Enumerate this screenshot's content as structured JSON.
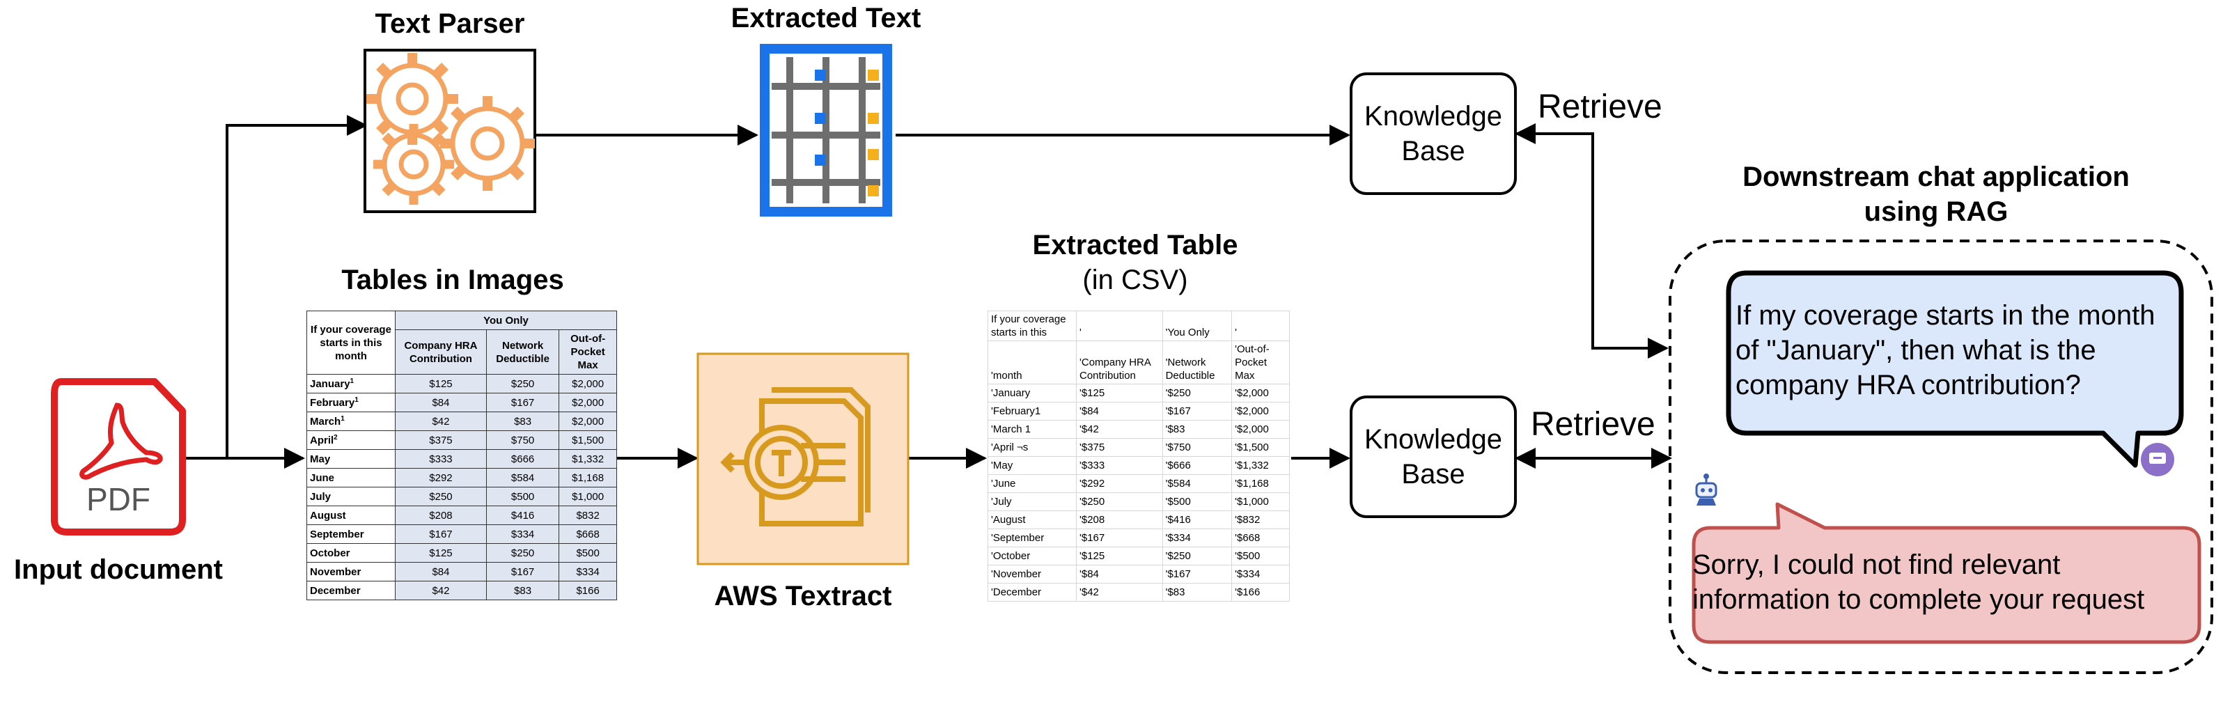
{
  "labels": {
    "text_parser": "Text Parser",
    "extracted_text": "Extracted Text",
    "tables_in_images": "Tables in Images",
    "extracted_table": "Extracted Table",
    "extracted_table_sub": "(in CSV)",
    "input_document": "Input document",
    "aws_textract": "AWS Textract",
    "pdf_icon_text": "PDF",
    "downstream_line1": "Downstream chat application",
    "downstream_line2": "using RAG"
  },
  "knowledge_base": {
    "line1": "Knowledge",
    "line2": "Base"
  },
  "retrieve": "Retrieve",
  "chat": {
    "question_lines": [
      "If my coverage starts in the month",
      "of \"January\", then what is the",
      "company HRA contribution?"
    ],
    "answer_lines": [
      "Sorry, I could not find relevant",
      "information to complete your request"
    ]
  },
  "table_image": {
    "header_corner": "If your coverage starts in this month",
    "header_group": "You Only",
    "columns": [
      "Company HRA Contribution",
      "Network Deductible",
      "Out-of-Pocket Max"
    ],
    "rows": [
      {
        "month": "January",
        "sup": "1",
        "values": [
          "$125",
          "$250",
          "$2,000"
        ]
      },
      {
        "month": "February",
        "sup": "1",
        "values": [
          "$84",
          "$167",
          "$2,000"
        ]
      },
      {
        "month": "March",
        "sup": "1",
        "values": [
          "$42",
          "$83",
          "$2,000"
        ]
      },
      {
        "month": "April",
        "sup": "2",
        "values": [
          "$375",
          "$750",
          "$1,500"
        ]
      },
      {
        "month": "May",
        "sup": "",
        "values": [
          "$333",
          "$666",
          "$1,332"
        ]
      },
      {
        "month": "June",
        "sup": "",
        "values": [
          "$292",
          "$584",
          "$1,168"
        ]
      },
      {
        "month": "July",
        "sup": "",
        "values": [
          "$250",
          "$500",
          "$1,000"
        ]
      },
      {
        "month": "August",
        "sup": "",
        "values": [
          "$208",
          "$416",
          "$832"
        ]
      },
      {
        "month": "September",
        "sup": "",
        "values": [
          "$167",
          "$334",
          "$668"
        ]
      },
      {
        "month": "October",
        "sup": "",
        "values": [
          "$125",
          "$250",
          "$500"
        ]
      },
      {
        "month": "November",
        "sup": "",
        "values": [
          "$84",
          "$167",
          "$334"
        ]
      },
      {
        "month": "December",
        "sup": "",
        "values": [
          "$42",
          "$83",
          "$166"
        ]
      }
    ]
  },
  "csv_table": {
    "header_row1": [
      "If your coverage starts in this",
      "'",
      "'You Only",
      "'"
    ],
    "header_row2": [
      "'month",
      "'Company HRA Contribution",
      "'Network Deductible",
      "'Out-of-Pocket Max"
    ],
    "rows": [
      [
        "'January",
        "'$125",
        "'$250",
        "'$2,000"
      ],
      [
        "'February1",
        "'$84",
        "'$167",
        "'$2,000"
      ],
      [
        "'March 1",
        "'$42",
        "'$83",
        "'$2,000"
      ],
      [
        "'April ¬s",
        "'$375",
        "'$750",
        "'$1,500"
      ],
      [
        "'May",
        "'$333",
        "'$666",
        "'$1,332"
      ],
      [
        "'June",
        "'$292",
        "'$584",
        "'$1,168"
      ],
      [
        "'July",
        "'$250",
        "'$500",
        "'$1,000"
      ],
      [
        "'August",
        "'$208",
        "'$416",
        "'$832"
      ],
      [
        "'September",
        "'$167",
        "'$334",
        "'$668"
      ],
      [
        "'October",
        "'$125",
        "'$250",
        "'$500"
      ],
      [
        "'November",
        "'$84",
        "'$167",
        "'$334"
      ],
      [
        "'December",
        "'$42",
        "'$83",
        "'$166"
      ]
    ]
  },
  "colors": {
    "gear": "#f4a460",
    "doc_blue": "#1a73e8",
    "grid_gray": "#6e6e6e",
    "grid_yellow": "#f5b01c",
    "textract_bg": "#fde0c4",
    "textract_stroke": "#d89a1e",
    "pdf_red": "#e02020",
    "question_bg": "#dbe8fb",
    "answer_bg": "#f2c6c6",
    "answer_border": "#c0504d",
    "avatar_purple": "#8b6fc8"
  }
}
